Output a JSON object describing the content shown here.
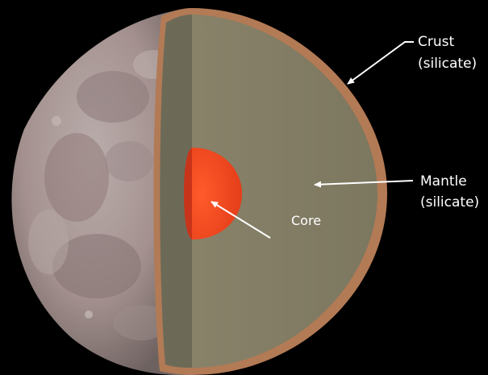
{
  "labels": {
    "crust_line1": "Crust",
    "crust_line2": "(silicate)",
    "mantle_line1": "Mantle",
    "mantle_line2": "(silicate)",
    "core": "Core"
  },
  "colors": {
    "background": "#000000",
    "crust": "#b27a55",
    "mantle": "#7f7a63",
    "mantle_shadow": "#6c6a57",
    "core": "#e8401c",
    "moon_surface": "#a89a98",
    "arrows": "#ffffff"
  }
}
